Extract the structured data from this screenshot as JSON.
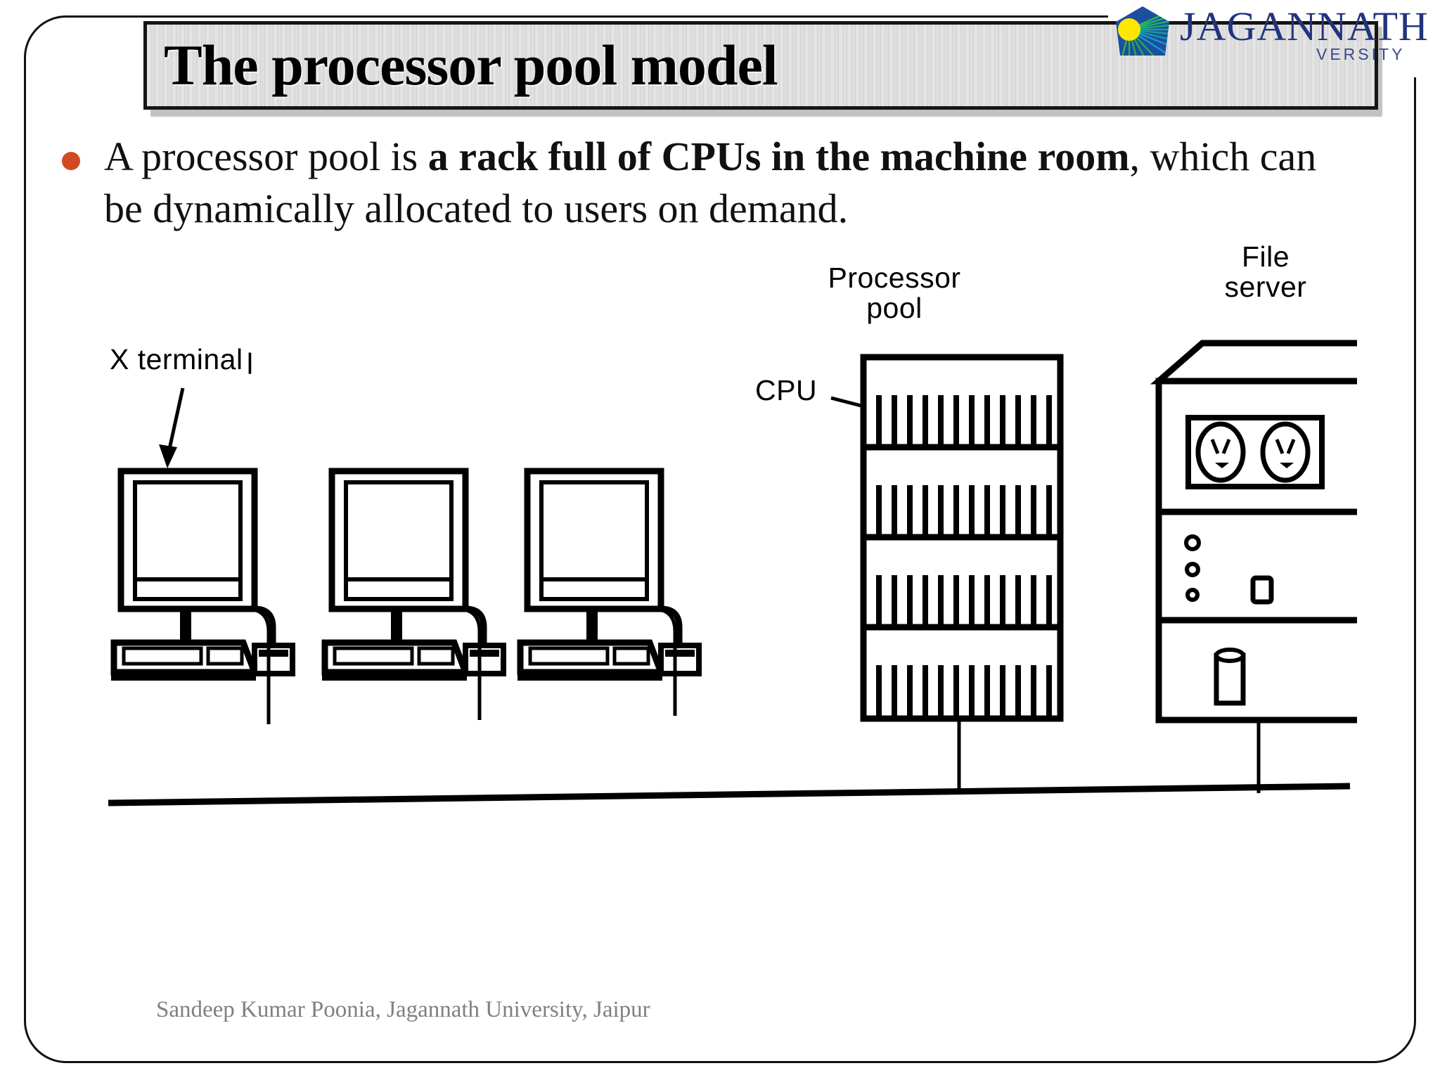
{
  "slide": {
    "title": "The processor pool model",
    "footer": "Sandeep Kumar Poonia, Jagannath University, Jaipur",
    "accent_color": "#d04a20",
    "title_plate_bg": "#dedede",
    "border_color": "#111111"
  },
  "brand": {
    "logo_word": "JAGANNATH",
    "logo_sub": "VERSITY",
    "logo_icon": "sun-burst-shield-icon",
    "word_color": "#22347e",
    "sun_color": "#ffe800",
    "ray_color": "#2aa84a",
    "shield_color": "#1d4ea0"
  },
  "body": {
    "bullet_icon": "bullet-dot-icon",
    "text_parts": [
      {
        "text": "A processor pool is ",
        "bold": false
      },
      {
        "text": "a rack full of CPUs in the machine room",
        "bold": true
      },
      {
        "text": ", which can be dynamically allocated to users on demand.",
        "bold": false
      }
    ],
    "full_text": "A processor pool is a rack full of CPUs in the machine room, which can be dynamically allocated to users on demand."
  },
  "figure": {
    "caption_labels": {
      "x_terminal": "X terminal",
      "cpu": "CPU",
      "processor_pool_line1": "Processor",
      "processor_pool_line2": "pool",
      "file_server_line1": "File",
      "file_server_line2": "server"
    },
    "terminals_count": 3,
    "rack": {
      "shelves": 4,
      "cards_per_shelf": 12
    },
    "file_server": {
      "tape_drives": 2,
      "indicator_lights": 3,
      "disk_slot": 1,
      "bottom_cylinder": 1
    },
    "network_drops": 5
  }
}
